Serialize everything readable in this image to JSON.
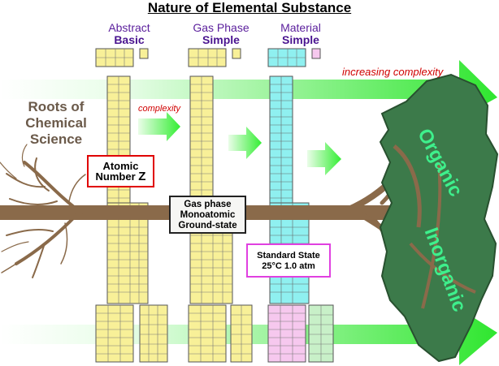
{
  "title": "Nature of Elemental Substance",
  "columns": [
    {
      "top": "Abstract",
      "bottom": "Basic"
    },
    {
      "top": "Gas Phase",
      "bottom": "Simple"
    },
    {
      "top": "Material",
      "bottom": "Simple"
    }
  ],
  "roots_label": [
    "Roots of",
    "Chemical",
    "Science"
  ],
  "complexity_label": "complexity",
  "increasing_label": "increasing complexity",
  "atomic_box": {
    "line1": "Atomic",
    "line2": "Number",
    "symbol": "Z"
  },
  "gas_box": [
    "Gas phase",
    "Monoatomic",
    "Ground-state"
  ],
  "standard_box": [
    "Standard State",
    "25°C 1.0 atm"
  ],
  "organic_label": "Organic",
  "inorganic_label": "Inorganic",
  "colors": {
    "arrow_green": "#33ee33",
    "table_yellow": "#f8f098",
    "table_cyan": "#8ff0f0",
    "table_pink": "#f6c8ee",
    "table_green": "#c8f0c8",
    "tree_brown": "#8a6a4a",
    "canopy_green": "#3c7a4a"
  },
  "icons": [
    "tree-roots-icon",
    "green-arrow-icon",
    "periodic-table-icon",
    "tree-canopy-icon"
  ]
}
